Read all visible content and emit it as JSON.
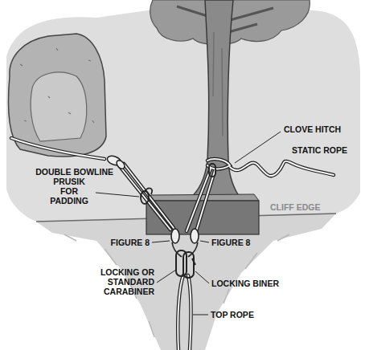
{
  "diagram": {
    "labels": [
      "CLOVE HITCH",
      "STATIC ROPE",
      "DOUBLE BOWLINE",
      "PRUSIK FOR PADDING",
      "CLIFF EDGE",
      "FIGURE 8",
      "FIGURE 8",
      "LOCKING OR STANDARD CARABINER",
      "LOCKING BINER",
      "TOP ROPE"
    ]
  }
}
